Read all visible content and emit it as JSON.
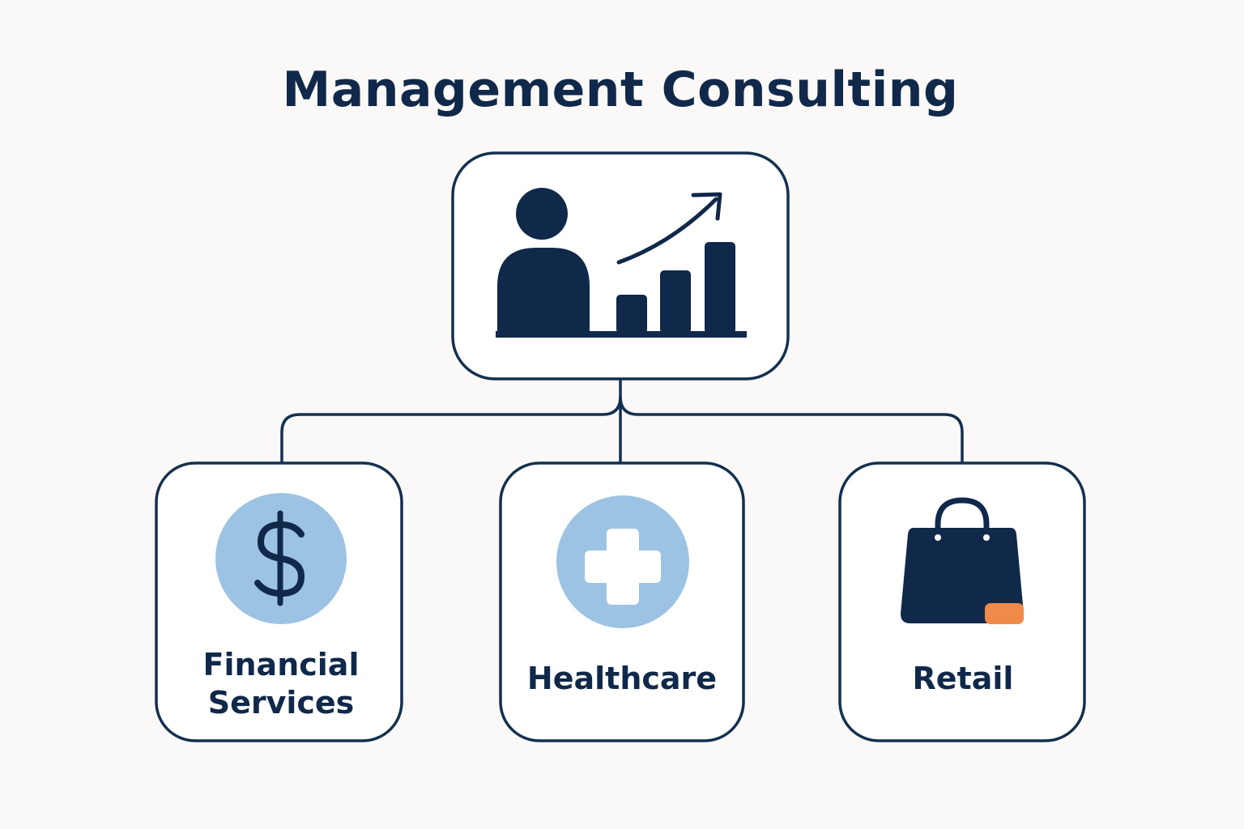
{
  "title": "Management Consulting",
  "colors": {
    "navy": "#10284a",
    "light_blue": "#9cc3e3",
    "orange": "#ef8a4a",
    "background": "#faf9f7",
    "card_fill": "#ffffff"
  },
  "root": {
    "icon": "consultant-growth-chart-icon"
  },
  "children": [
    {
      "label_lines": [
        "Financial",
        "Services"
      ],
      "icon": "dollar-icon"
    },
    {
      "label_lines": [
        "Healthcare"
      ],
      "icon": "medical-cross-icon"
    },
    {
      "label_lines": [
        "Retail"
      ],
      "icon": "shopping-bag-icon"
    }
  ]
}
